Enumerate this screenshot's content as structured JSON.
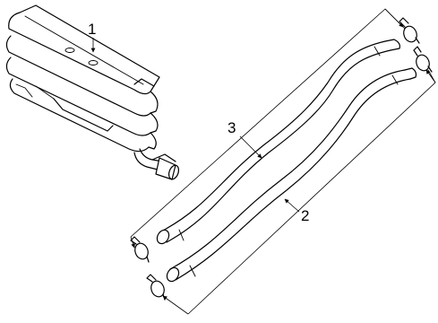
{
  "callouts": {
    "oil_cooler": "1",
    "lower_hose": "2",
    "upper_hose": "3"
  }
}
